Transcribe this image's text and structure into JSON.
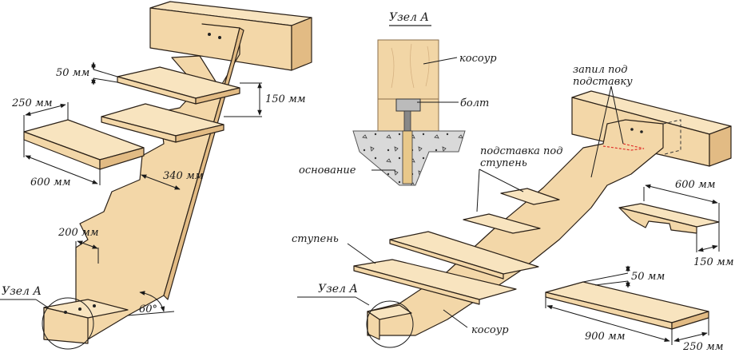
{
  "colors": {
    "wood_light": "#f8e4bf",
    "wood_mid": "#f3d7a8",
    "wood_dark": "#e2bb84",
    "concrete": "#d9d9d9",
    "cut_line": "#e0302a",
    "ink": "#1a1a1a"
  },
  "left_figure": {
    "dims": {
      "tread_thickness": "50 мм",
      "riser_height": "150 мм",
      "tread_depth": "250 мм",
      "tread_width": "600 мм",
      "stringer_depth": "340 мм",
      "step_run": "200 мм",
      "angle": "60°"
    },
    "node_label": "Узел А"
  },
  "detail": {
    "title": "Узел А",
    "labels": {
      "stringer": "косоур",
      "bolt": "болт",
      "base": "основание"
    }
  },
  "right_figure": {
    "labels": {
      "cut": "запил под подставку",
      "support": "подставка под ступень",
      "step": "ступень",
      "node": "Узел А",
      "stringer": "косоур"
    },
    "support_dims": {
      "length": "600 мм",
      "height": "150 мм"
    },
    "tread_dims": {
      "thickness": "50 мм",
      "length": "900 мм",
      "depth": "250 мм"
    }
  }
}
